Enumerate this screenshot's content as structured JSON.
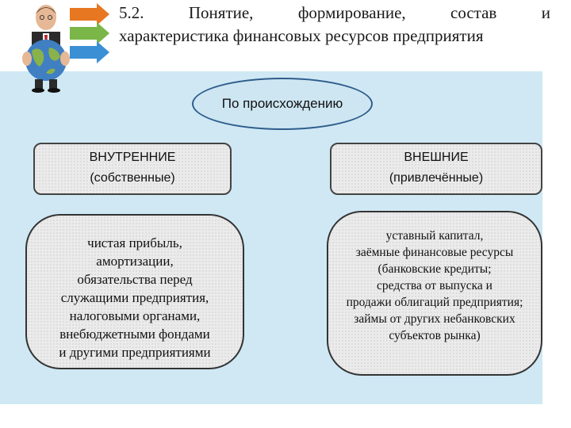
{
  "title": {
    "line1_parts": [
      "5.2.",
      "Понятие,",
      "формирование,",
      "состав",
      "и"
    ],
    "line2": "характеристика финансовых ресурсов предприятия"
  },
  "ellipse_label": "По происхождению",
  "internal": {
    "heading": "ВНУТРЕННИЕ",
    "subheading": "(собственные)"
  },
  "external": {
    "heading": "ВНЕШНИЕ",
    "subheading": "(привлечённые)"
  },
  "internal_items": [
    "чистая прибыль,",
    "амортизации,",
    "обязательства перед",
    "служащими предприятия,",
    "налоговыми органами,",
    "внебюджетными фондами",
    "и другими предприятиями"
  ],
  "external_items": [
    "уставный капитал,",
    "заёмные финансовые ресурсы",
    "(банковские кредиты;",
    "средства от выпуска и",
    "продажи облигаций предприятия;",
    "займы от других небанковских",
    "субъектов рынка)"
  ],
  "colors": {
    "panel": "#cfe8f4",
    "ellipse_border": "#2f5d8c"
  }
}
